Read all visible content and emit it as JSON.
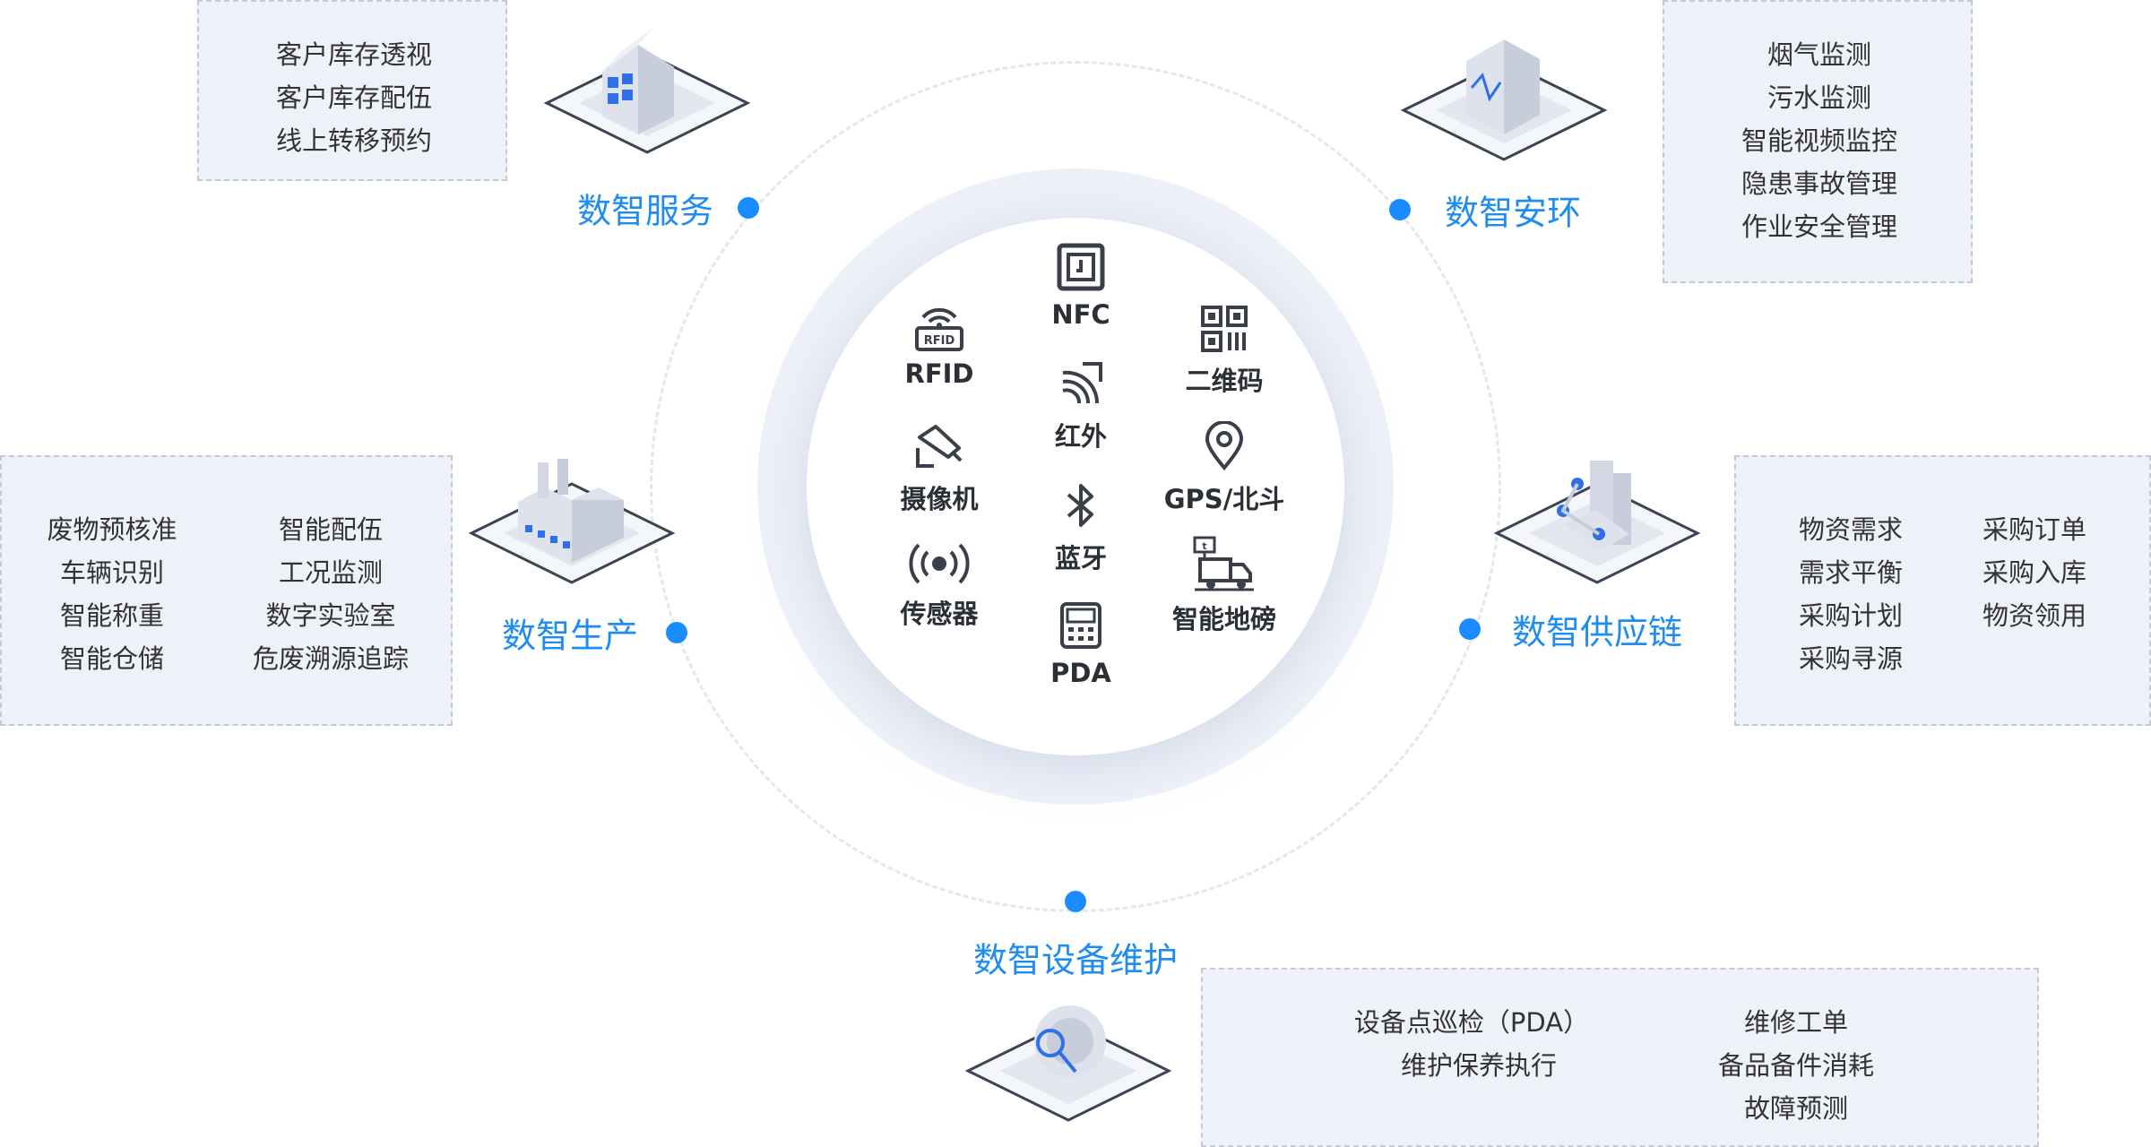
{
  "center_items": [
    {
      "label": "NFC",
      "icon": "nfc-icon"
    },
    {
      "label": "RFID",
      "icon": "rfid-icon"
    },
    {
      "label": "二维码",
      "icon": "qr-code-icon"
    },
    {
      "label": "红外",
      "icon": "infrared-icon"
    },
    {
      "label": "摄像机",
      "icon": "camera-icon"
    },
    {
      "label": "GPS/北斗",
      "icon": "location-pin-icon"
    },
    {
      "label": "蓝牙",
      "icon": "bluetooth-icon"
    },
    {
      "label": "传感器",
      "icon": "sensor-icon"
    },
    {
      "label": "智能地磅",
      "icon": "truck-scale-icon"
    },
    {
      "label": "PDA",
      "icon": "pda-device-icon"
    }
  ],
  "categories": {
    "service": {
      "title": "数智服务",
      "items": [
        "客户库存透视",
        "客户库存配伍",
        "线上转移预约"
      ]
    },
    "safety": {
      "title": "数智安环",
      "items": [
        "烟气监测",
        "污水监测",
        "智能视频监控",
        "隐患事故管理",
        "作业安全管理"
      ]
    },
    "production": {
      "title": "数智生产",
      "items_left": [
        "废物预核准",
        "车辆识别",
        "智能称重",
        "智能仓储"
      ],
      "items_right": [
        "智能配伍",
        "工况监测",
        "数字实验室",
        "危废溯源追踪"
      ]
    },
    "supply": {
      "title": "数智供应链",
      "items_left": [
        "物资需求",
        "需求平衡",
        "采购计划",
        "采购寻源"
      ],
      "items_right": [
        "采购订单",
        "采购入库",
        "物资领用"
      ]
    },
    "maintenance": {
      "title": "数智设备维护",
      "items_left": [
        "设备点巡检（PDA）",
        "维护保养执行"
      ],
      "items_right": [
        "维修工单",
        "备品备件消耗",
        "故障预测"
      ]
    }
  },
  "colors": {
    "accent": "#1a8cff",
    "label": "#1f8cf0",
    "box_bg": "#eef2f8",
    "icon_gray": "#3a3f4a"
  }
}
